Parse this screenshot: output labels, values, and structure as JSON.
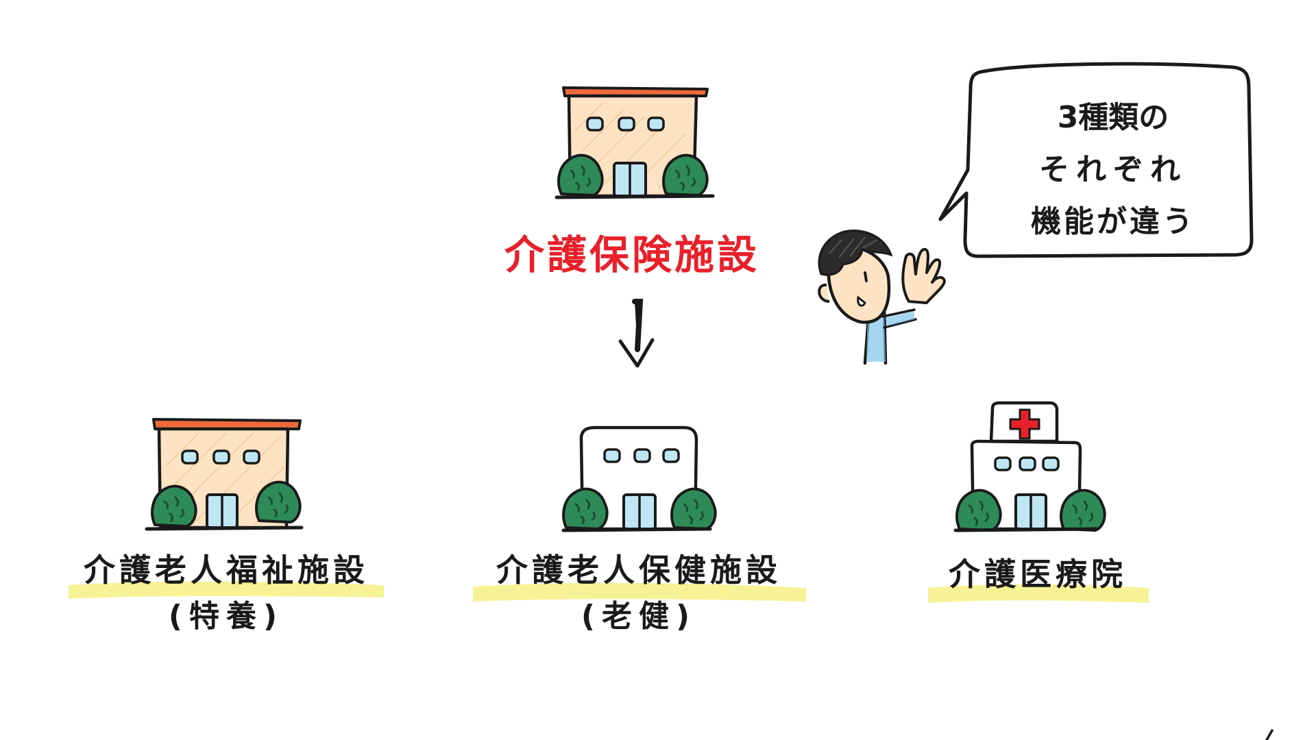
{
  "diagram": {
    "title": "介護保険施設",
    "speech_bubble": {
      "lines": [
        "3種類の",
        "それぞれ",
        "機能が違う"
      ]
    },
    "facilities": [
      {
        "name": "介護老人福祉施設",
        "abbreviation": "(特養)",
        "icon": "building-icon-orange-roof"
      },
      {
        "name": "介護老人保健施設",
        "abbreviation": "(老健)",
        "icon": "building-icon-white"
      },
      {
        "name": "介護医療院",
        "abbreviation": "",
        "icon": "hospital-icon"
      }
    ]
  },
  "colors": {
    "title_red": "#e8202a",
    "roof_orange": "#ee6a3c",
    "wall_peach": "#fde3c3",
    "window_blue": "#bfe6f5",
    "bush_green": "#2e8b57",
    "highlight_yellow": "#f6f18a",
    "cross_red": "#e8202a",
    "skin": "#fde3c3",
    "shirt_blue": "#7fc4ea"
  }
}
